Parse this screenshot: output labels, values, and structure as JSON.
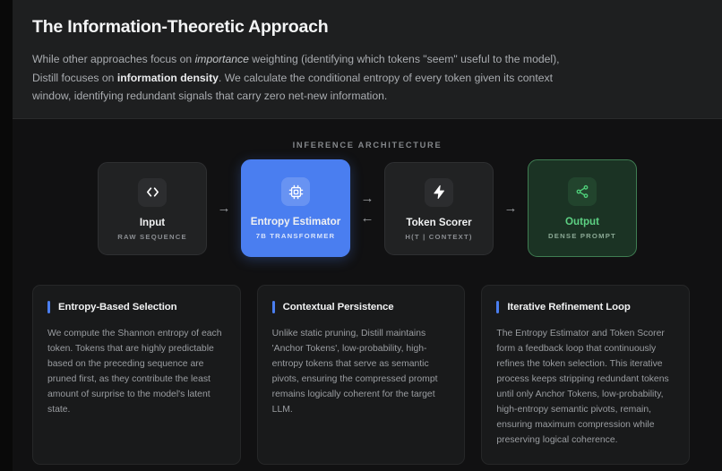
{
  "header": {
    "title": "The Information-Theoretic Approach",
    "intro_parts": [
      {
        "text": "While other approaches focus on ",
        "style": "normal"
      },
      {
        "text": "importance",
        "style": "italic"
      },
      {
        "text": " weighting (identifying which tokens \"seem\" useful to the model), Distill focuses on ",
        "style": "normal"
      },
      {
        "text": "information density",
        "style": "bold"
      },
      {
        "text": ". We calculate the conditional entropy of every token given its context window, identifying redundant signals that carry zero net-new information.",
        "style": "normal"
      }
    ]
  },
  "diagram": {
    "kicker": "INFERENCE ARCHITECTURE",
    "nodes": [
      {
        "icon": "code-icon",
        "title": "Input",
        "sub": "RAW SEQUENCE",
        "variant": "default"
      },
      {
        "icon": "chip-icon",
        "title": "Entropy Estimator",
        "sub": "7B TRANSFORMER",
        "variant": "blue"
      },
      {
        "icon": "bolt-icon",
        "title": "Token Scorer",
        "sub": "H(T | CONTEXT)",
        "variant": "default"
      },
      {
        "icon": "share-icon",
        "title": "Output",
        "sub": "DENSE PROMPT",
        "variant": "green"
      }
    ],
    "connectors": [
      {
        "arrows": [
          "→"
        ]
      },
      {
        "arrows": [
          "→",
          "←"
        ]
      },
      {
        "arrows": [
          "→"
        ]
      }
    ]
  },
  "cards": [
    {
      "title": "Entropy-Based Selection",
      "body": "We compute the Shannon entropy of each token. Tokens that are highly predictable based on the preceding sequence are pruned first, as they contribute the least amount of surprise to the model's latent state."
    },
    {
      "title": "Contextual Persistence",
      "body": "Unlike static pruning, Distill maintains 'Anchor Tokens', low-probability, high-entropy tokens that serve as semantic pivots, ensuring the compressed prompt remains logically coherent for the target LLM."
    },
    {
      "title": "Iterative Refinement Loop",
      "body": "The Entropy Estimator and Token Scorer form a feedback loop that continuously refines the token selection. This iterative process keeps stripping redundant tokens until only Anchor Tokens, low-probability, high-entropy semantic pivots, remain, ensuring maximum compression while preserving logical coherence."
    }
  ],
  "colors": {
    "accent_blue": "#4a7ef0",
    "accent_green": "#5dd183",
    "page_bg": "#111112",
    "header_bg": "#1e1f20",
    "card_bg": "#191a1b"
  }
}
